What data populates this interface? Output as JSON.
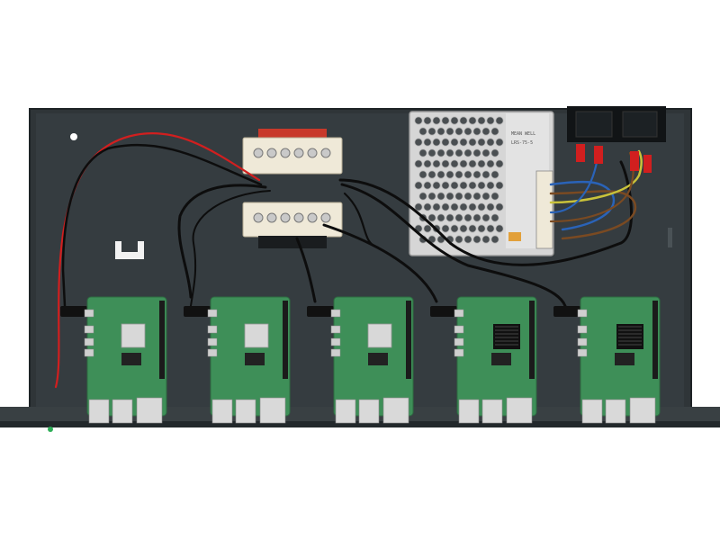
{
  "psu": {
    "model_text": "LRS-75-5",
    "brand_text": "MEAN WELL"
  },
  "boards": [
    {
      "variant": "standard"
    },
    {
      "variant": "standard"
    },
    {
      "variant": "standard"
    },
    {
      "variant": "heatsink"
    },
    {
      "variant": "heatsink"
    }
  ],
  "colors": {
    "chassis": "#2f3538",
    "chassis_edge": "#1e2326",
    "pcb": "#3e8f58",
    "terminal_body": "#efe9d8",
    "terminal_red": "#c8392b",
    "wire_red": "#d11f1f",
    "wire_black": "#0d0d0d",
    "wire_blue": "#2a63b8",
    "wire_brown": "#7a4a22",
    "wire_yellow": "#c9c23a",
    "psu_metal": "#d6d6d6",
    "led_green": "#2fae58"
  },
  "icons": [
    "mounting-bracket-icon",
    "status-led-icon",
    "ac-inlet-icon",
    "hdmi-port-icon",
    "usb-port-icon"
  ]
}
